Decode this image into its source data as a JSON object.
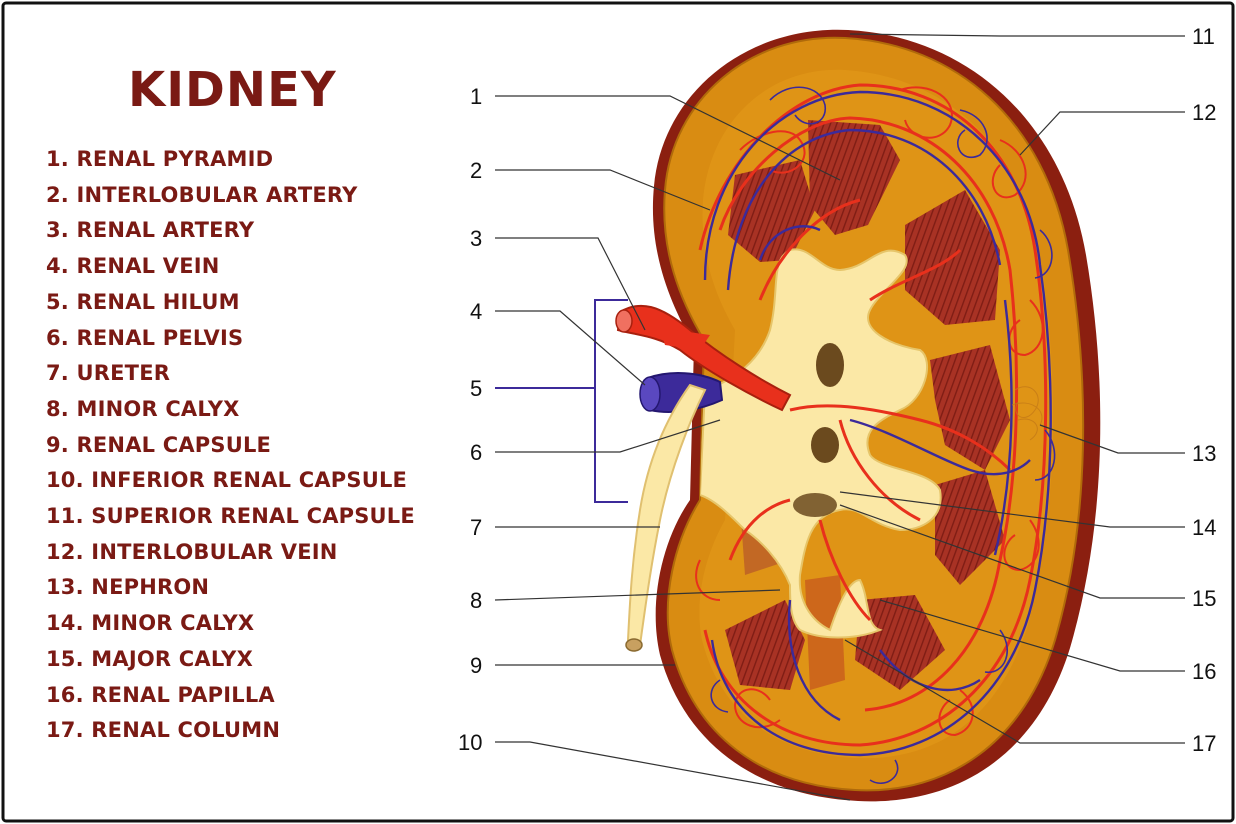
{
  "title": "KIDNEY",
  "legend": [
    {
      "label": "1. RENAL PYRAMID"
    },
    {
      "label": "2. INTERLOBULAR ARTERY"
    },
    {
      "label": "3. RENAL ARTERY"
    },
    {
      "label": "4. RENAL VEIN"
    },
    {
      "label": "5. RENAL HILUM"
    },
    {
      "label": "6. RENAL PELVIS"
    },
    {
      "label": "7. URETER"
    },
    {
      "label": "8. MINOR CALYX"
    },
    {
      "label": "9. RENAL CAPSULE"
    },
    {
      "label": "10. INFERIOR RENAL CAPSULE"
    },
    {
      "label": "11. SUPERIOR RENAL CAPSULE"
    },
    {
      "label": "12. INTERLOBULAR VEIN"
    },
    {
      "label": "13. NEPHRON"
    },
    {
      "label": "14. MINOR CALYX"
    },
    {
      "label": "15. MAJOR CALYX"
    },
    {
      "label": "16. RENAL PAPILLA"
    },
    {
      "label": "17. RENAL COLUMN"
    }
  ],
  "callouts": {
    "c1": "1",
    "c2": "2",
    "c3": "3",
    "c4": "4",
    "c5": "5",
    "c6": "6",
    "c7": "7",
    "c8": "8",
    "c9": "9",
    "c10": "10",
    "c11": "11",
    "c12": "12",
    "c13": "13",
    "c14": "14",
    "c15": "15",
    "c16": "16",
    "c17": "17"
  },
  "colors": {
    "title_text": "#7a1a14",
    "capsule": "#8b1f10",
    "cortex": "#d98c12",
    "medulla_pyramid": "#a83224",
    "pelvis": "#fbe8a6",
    "artery": "#e8301c",
    "vein": "#3c2a9a",
    "hilum_bracket": "#3c2a9a"
  }
}
